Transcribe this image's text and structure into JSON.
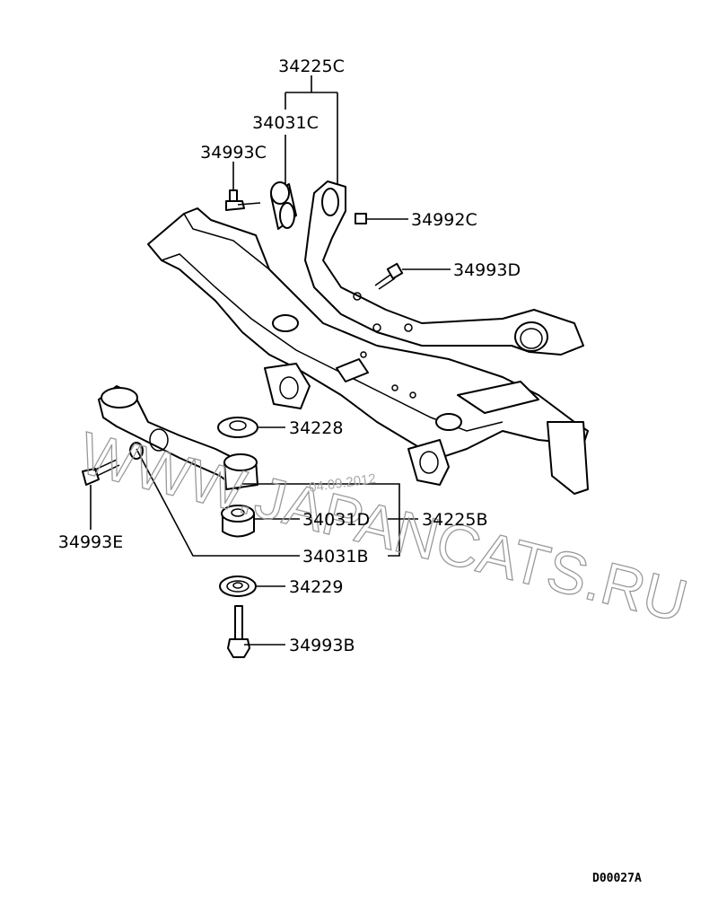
{
  "diagram": {
    "callouts": {
      "c34225C": "34225C",
      "c34031C": "34031C",
      "c34993C": "34993C",
      "c34992C": "34992C",
      "c34993D": "34993D",
      "c34228": "34228",
      "c34031D": "34031D",
      "c34225B": "34225B",
      "c34031B": "34031B",
      "c34229": "34229",
      "c34993B": "34993B",
      "c34993E": "34993E"
    },
    "watermark": "WWW.JAPANCATS.RU",
    "date_stamp": "04.09.2012",
    "diagram_code": "D00027A"
  }
}
